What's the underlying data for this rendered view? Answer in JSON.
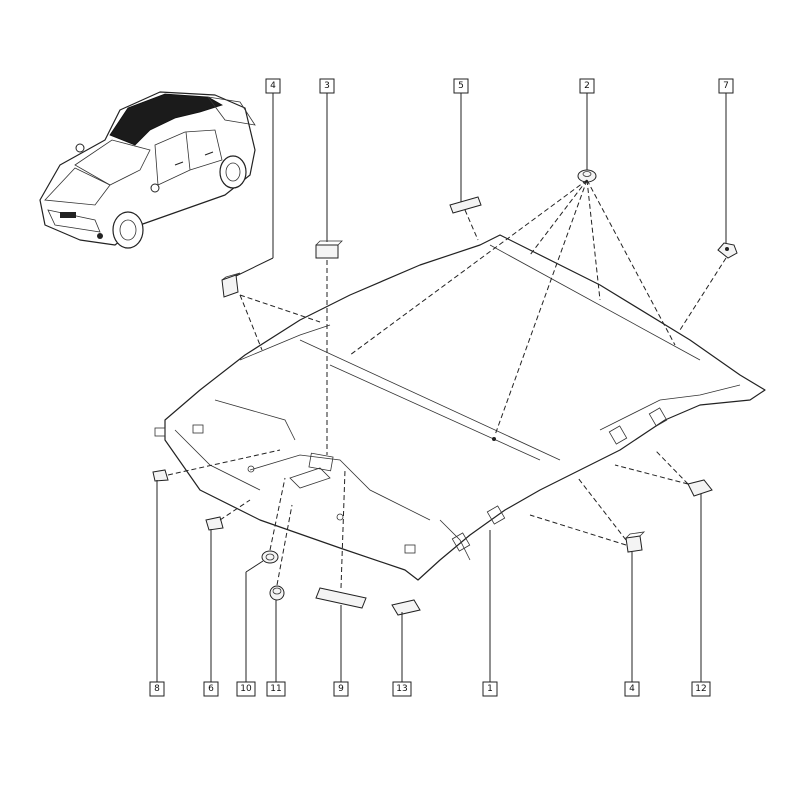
{
  "callouts": [
    {
      "id": "c4a",
      "label": "4"
    },
    {
      "id": "c3",
      "label": "3"
    },
    {
      "id": "c5",
      "label": "5"
    },
    {
      "id": "c2",
      "label": "2"
    },
    {
      "id": "c7",
      "label": "7"
    },
    {
      "id": "c8",
      "label": "8"
    },
    {
      "id": "c6",
      "label": "6"
    },
    {
      "id": "c10",
      "label": "10"
    },
    {
      "id": "c11",
      "label": "11"
    },
    {
      "id": "c9",
      "label": "9"
    },
    {
      "id": "c13",
      "label": "13"
    },
    {
      "id": "c1",
      "label": "1"
    },
    {
      "id": "c4b",
      "label": "4"
    },
    {
      "id": "c12",
      "label": "12"
    }
  ],
  "icons": {
    "car": "sedan-car-icon",
    "headliner": "roof-headliner-panel"
  }
}
